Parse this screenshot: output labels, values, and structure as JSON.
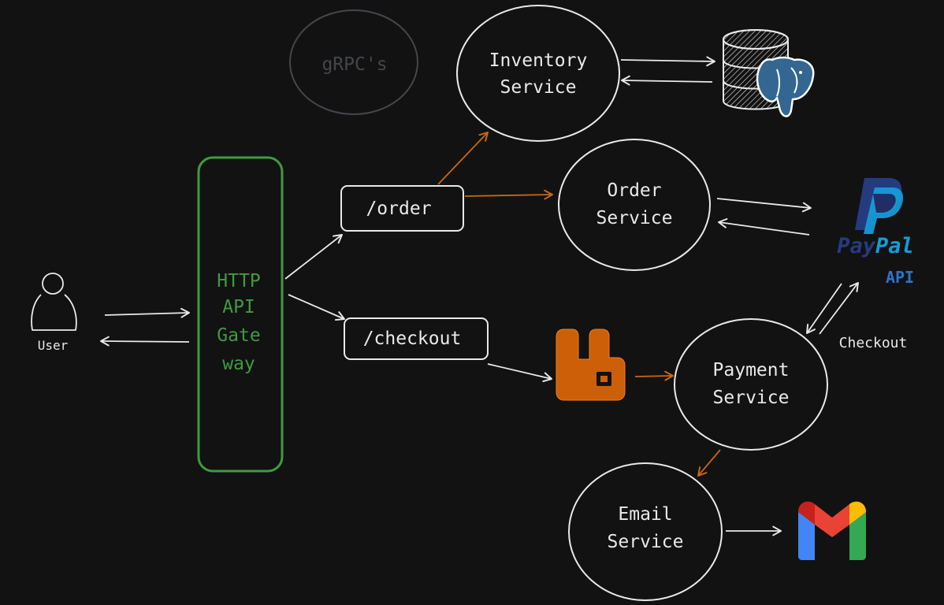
{
  "diagram": {
    "colors": {
      "background": "#121212",
      "stroke": "#e9e9e9",
      "gateway": "#3f9b3f",
      "async_arrow": "#c8690e",
      "faded": "#44464a",
      "rabbitmq": "#cc5f08",
      "postgres": "#336791",
      "paypal_dark": "#253b80",
      "paypal_light": "#179bd7",
      "api_label": "#2a75c9"
    },
    "user": {
      "label": "User",
      "icon": "user-icon"
    },
    "gateway": {
      "line1": "HTTP",
      "line2": "API",
      "line3": "Gate",
      "line4": "way"
    },
    "routes": {
      "order": "/order",
      "checkout": "/checkout"
    },
    "grpc_label": "gRPC's",
    "services": {
      "inventory": {
        "line1": "Inventory",
        "line2": "Service"
      },
      "order": {
        "line1": "Order",
        "line2": "Service"
      },
      "payment": {
        "line1": "Payment",
        "line2": "Service"
      },
      "email": {
        "line1": "Email",
        "line2": "Service"
      }
    },
    "externals": {
      "database_icon": "database-icon",
      "postgres_icon": "postgresql-elephant-icon",
      "rabbitmq_icon": "rabbitmq-icon",
      "gmail_icon": "gmail-icon",
      "paypal": {
        "pay": "Pay",
        "pal": "Pal",
        "api": "API",
        "icon": "paypal-icon"
      },
      "checkout_label": "Checkout"
    }
  }
}
